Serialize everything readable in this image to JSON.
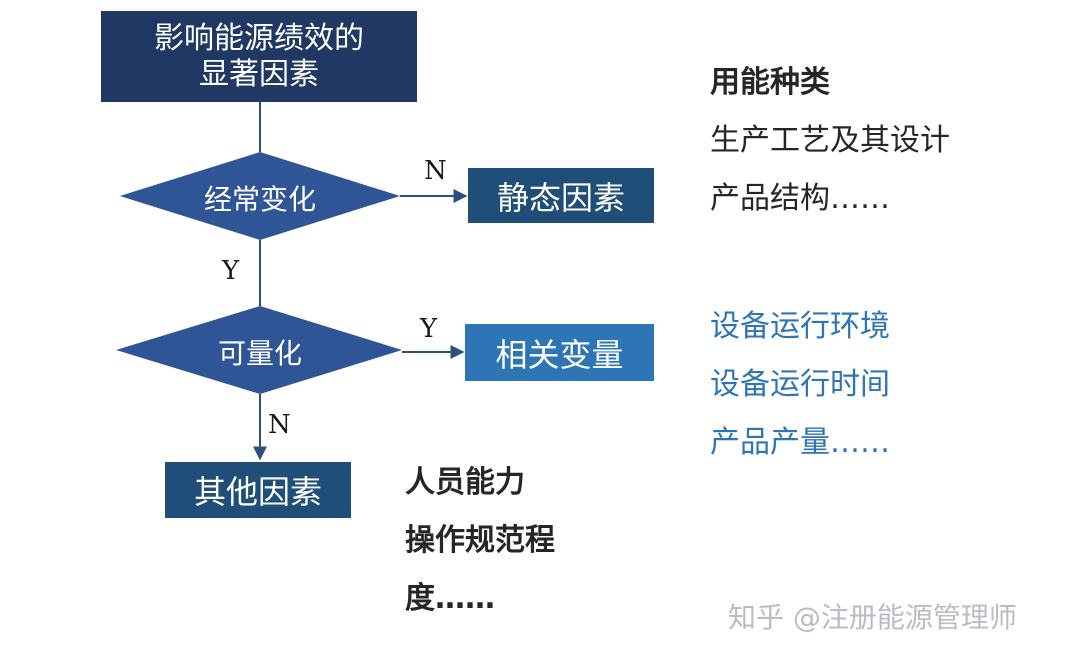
{
  "boxes": {
    "top_line1": "影响能源绩效的",
    "top_line2": "显著因素",
    "static": "静态因素",
    "related": "相关变量",
    "other": "其他因素"
  },
  "diamonds": {
    "change": "经常变化",
    "quantify": "可量化"
  },
  "edges": {
    "change_no": "N",
    "change_yes": "Y",
    "quantify_yes": "Y",
    "quantify_no": "N"
  },
  "notes": {
    "static": [
      "用能种类",
      "生产工艺及其设计",
      "产品结构……"
    ],
    "related": [
      "设备运行环境",
      "设备运行时间",
      "产品产量……"
    ],
    "other": [
      "人员能力",
      "操作规范程",
      "度……"
    ]
  },
  "watermark": "知乎 @注册能源管理师",
  "colors": {
    "dark_navy": "#1F3864",
    "dark_blue": "#1F4E79",
    "mid_blue": "#2E75B6",
    "diamond": "#2F5597",
    "connector": "#2F4F7F"
  }
}
